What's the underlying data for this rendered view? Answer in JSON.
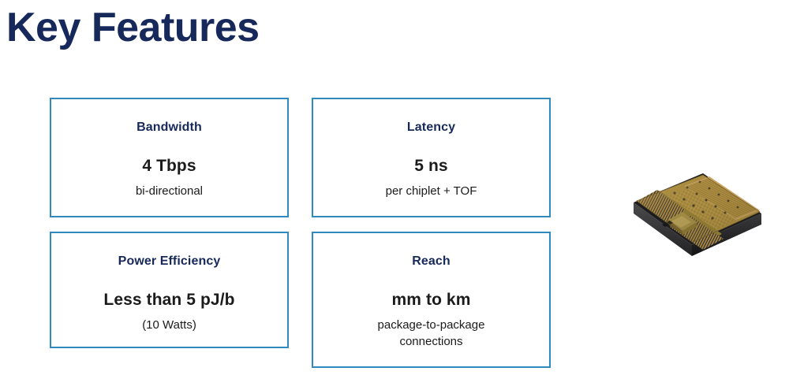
{
  "slide": {
    "title": "Key Features",
    "title_color": "#17295a",
    "accent_color": "#3189bd",
    "background_color": "#ffffff",
    "value_text_color": "#1b1b1b"
  },
  "features": [
    {
      "id": "bandwidth",
      "title": "Bandwidth",
      "value": "4 Tbps",
      "note": "bi-directional"
    },
    {
      "id": "latency",
      "title": "Latency",
      "value": "5 ns",
      "note": "per chiplet + TOF"
    },
    {
      "id": "power",
      "title": "Power Efficiency",
      "value": "Less than 5 pJ/b",
      "note": "(10 Watts)"
    },
    {
      "id": "reach",
      "title": "Reach",
      "value": "mm to km",
      "note_line1": "package-to-package",
      "note_line2": "connections"
    }
  ],
  "illustration": {
    "name": "chiplet-die-isometric",
    "description": "3D isometric photonic chiplet die",
    "top_surface_color": "#a88b3e",
    "side_color": "#2b2b2d"
  }
}
